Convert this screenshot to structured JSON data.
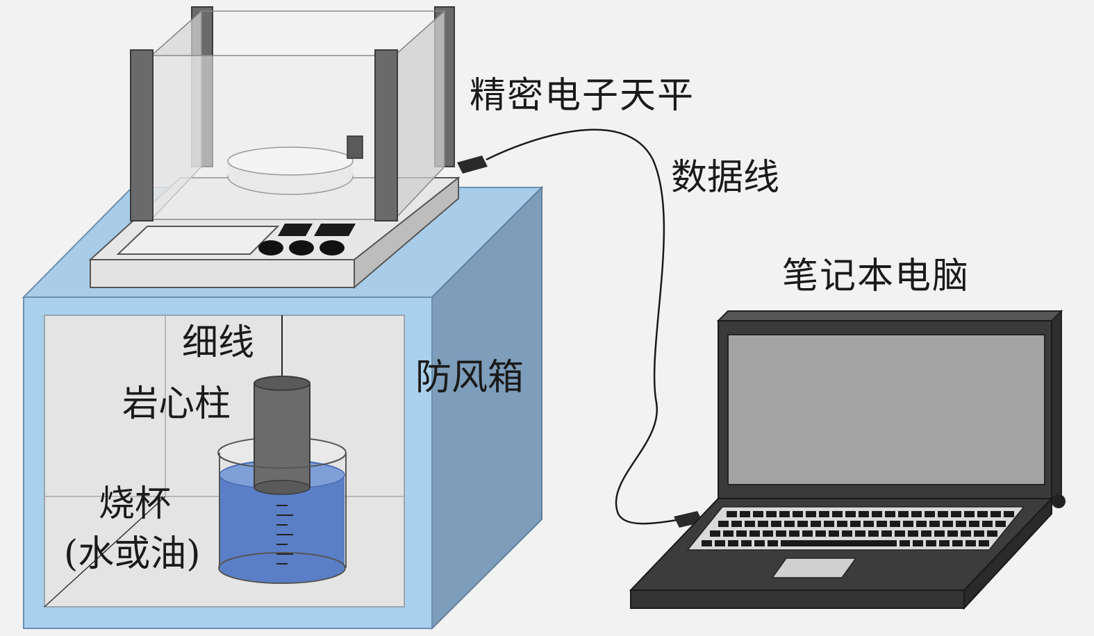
{
  "labels": {
    "balance": "精密电子天平",
    "data_cable": "数据线",
    "laptop": "笔记本电脑",
    "thread": "细线",
    "core": "岩心柱",
    "windbox": "防风箱",
    "beaker": "烧杯",
    "liquid": "(水或油)"
  },
  "colors": {
    "background": "#f2f2f2",
    "box_face": "#a9d0ec",
    "box_side": "#7d9dbb",
    "box_inner": "#e4e4e4",
    "balance_frame": "#6a6a6a",
    "core": "#6b6b6b",
    "liquid": "#5a7fc7",
    "laptop_body": "#3a3a3a",
    "screen": "#a3a3a3"
  }
}
